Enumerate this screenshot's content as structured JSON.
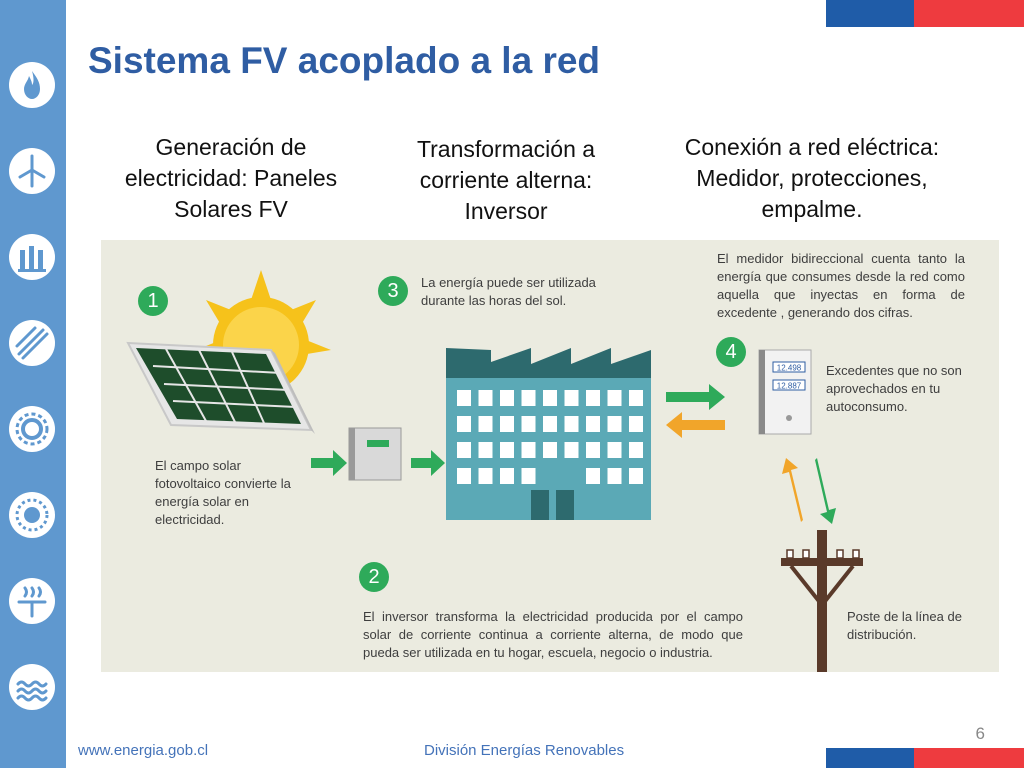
{
  "slide": {
    "title": "Sistema FV acoplado a la red",
    "page_number": "6"
  },
  "headers": {
    "generation": "Generación de electricidad: Paneles Solares FV",
    "transformation": "Transformación a corriente alterna: Inversor",
    "connection": "Conexión a red eléctrica: Medidor, protecciones, empalme."
  },
  "infographic": {
    "steps": [
      "1",
      "2",
      "3",
      "4"
    ],
    "solar_text": "El campo solar fotovoltaico convierte la energía solar en electricidad.",
    "usage_text": "La energía puede ser utilizada durante las horas del sol.",
    "meter_text": "El medidor bidireccional cuenta tanto la energía que consumes desde la red como aquella que inyectas en forma de excedente , generando dos cifras.",
    "excess_text": "Excedentes que no son aprovechados en tu autoconsumo.",
    "inverter_text": "El inversor transforma la electricidad producida por el campo solar de corriente continua a corriente alterna, de modo que pueda ser utilizada en tu hogar, escuela, negocio o industria.",
    "pole_text": "Poste de la línea de distribución.",
    "meter_reading_1": "12.498",
    "meter_reading_2": "12.887"
  },
  "footer": {
    "website": "www.energia.gob.cl",
    "division": "División Energías Renovables"
  },
  "sidebar_icons": [
    "flame-icon",
    "wind-turbine-icon",
    "power-plant-icon",
    "transmission-line-icon",
    "gear-sun-icon",
    "sun-icon",
    "geothermal-icon",
    "wave-icon"
  ],
  "colors": {
    "sidebar": "#5f98cf",
    "title": "#2f5da3",
    "flag_blue": "#1f5ca8",
    "flag_red": "#ee3b3f",
    "step_green": "#2eaa5a",
    "infographic_bg": "#ebebe0",
    "footer_text": "#4473b9"
  }
}
